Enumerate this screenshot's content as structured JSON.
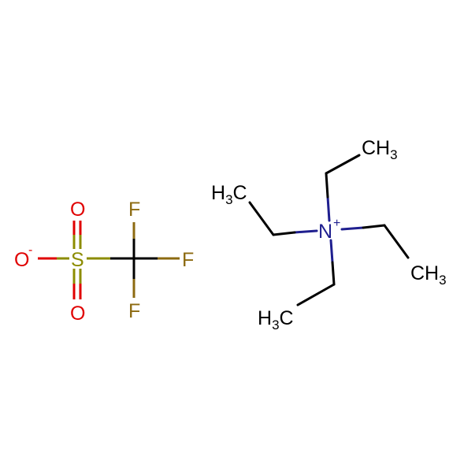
{
  "colors": {
    "background": "#ffffff",
    "carbon": "#000000",
    "nitrogen": "#1f1f8f",
    "oxygen": "#e00000",
    "sulfur": "#8c8c00",
    "fluorine": "#8c6a10"
  },
  "anion": {
    "o_minus": "O",
    "o_minus_charge": "-",
    "o_top": "O",
    "o_bottom": "O",
    "s": "S",
    "f_top": "F",
    "f_right": "F",
    "f_bottom": "F"
  },
  "cation": {
    "n": "N",
    "n_charge": "+",
    "ch3_top_right_main": "CH",
    "ch3_top_right_sub": "3",
    "ch3_top_left_h": "H",
    "ch3_top_left_sub": "3",
    "ch3_top_left_c": "C",
    "ch3_right_main": "CH",
    "ch3_right_sub": "3",
    "ch3_bottom_left_h": "H",
    "ch3_bottom_left_sub": "3",
    "ch3_bottom_left_c": "C"
  }
}
